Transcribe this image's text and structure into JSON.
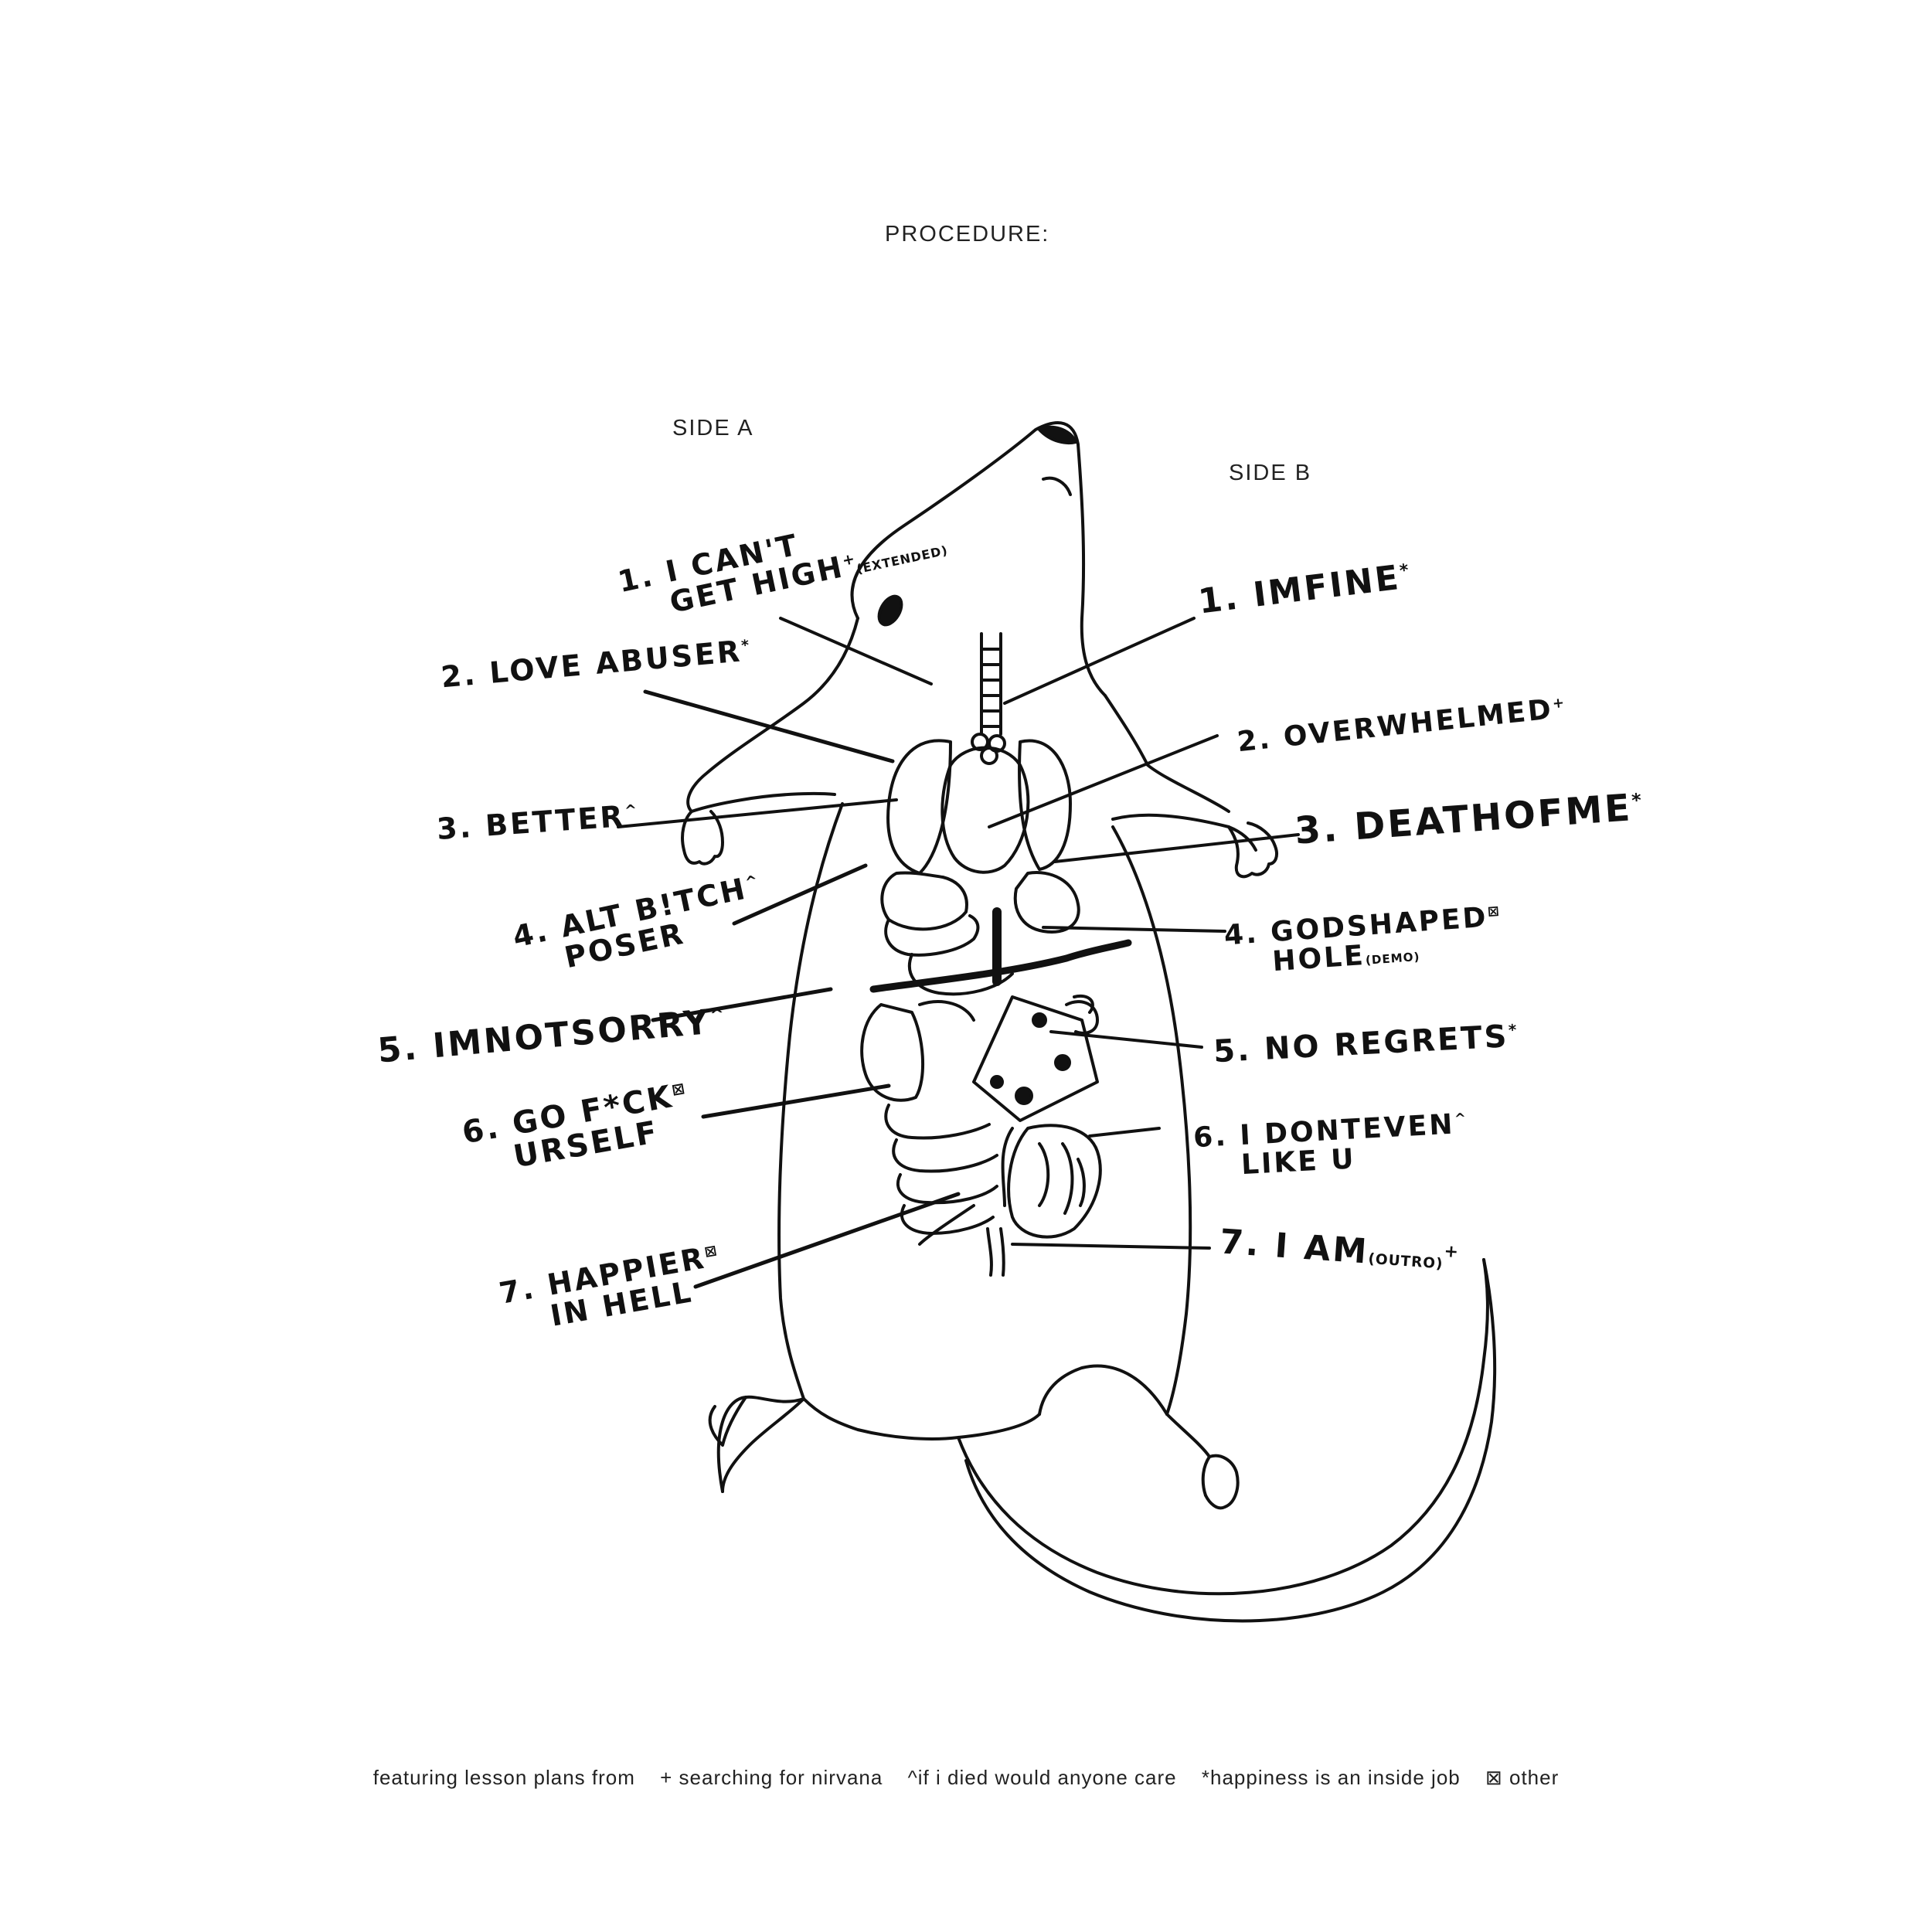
{
  "header": {
    "title": "PROCEDURE:"
  },
  "sides": {
    "a": "SIDE A",
    "b": "SIDE B"
  },
  "side_a": [
    {
      "lines": [
        "1. I CAN'T",
        "GET HIGH"
      ],
      "mark": "+",
      "note": "(EXTENDED)"
    },
    {
      "lines": [
        "2. LOVE ABUSER"
      ],
      "mark": "*",
      "note": ""
    },
    {
      "lines": [
        "3. BETTER"
      ],
      "mark": "^",
      "note": ""
    },
    {
      "lines": [
        "4. ALT B!TCH",
        "POSER"
      ],
      "mark": "^",
      "note": ""
    },
    {
      "lines": [
        "5. IMNOTSORRY"
      ],
      "mark": "^",
      "note": ""
    },
    {
      "lines": [
        "6. GO F*CK",
        "URSELF"
      ],
      "mark": "⊠",
      "note": ""
    },
    {
      "lines": [
        "7. HAPPIER",
        "IN HELL"
      ],
      "mark": "⊠",
      "note": ""
    }
  ],
  "side_b": [
    {
      "lines": [
        "1. IMFINE"
      ],
      "mark": "*",
      "note": ""
    },
    {
      "lines": [
        "2. OVERWHELMED"
      ],
      "mark": "+",
      "note": ""
    },
    {
      "lines": [
        "3. DEATHOFME"
      ],
      "mark": "*",
      "note": ""
    },
    {
      "lines": [
        "4. GODSHAPED",
        "HOLE"
      ],
      "mark": "⊠",
      "note": "(DEMO)"
    },
    {
      "lines": [
        "5. NO REGRETS"
      ],
      "mark": "*",
      "note": ""
    },
    {
      "lines": [
        "6. I DONTEVEN",
        "LIKE U"
      ],
      "mark": "^",
      "note": ""
    },
    {
      "lines": [
        "7. I AM"
      ],
      "mark": "+",
      "note": "(OUTRO)"
    }
  ],
  "footer": {
    "intro": "featuring lesson plans from",
    "items": [
      "+ searching for nirvana",
      "^if i died would anyone care",
      "*happiness is an inside job",
      "⊠ other"
    ]
  }
}
